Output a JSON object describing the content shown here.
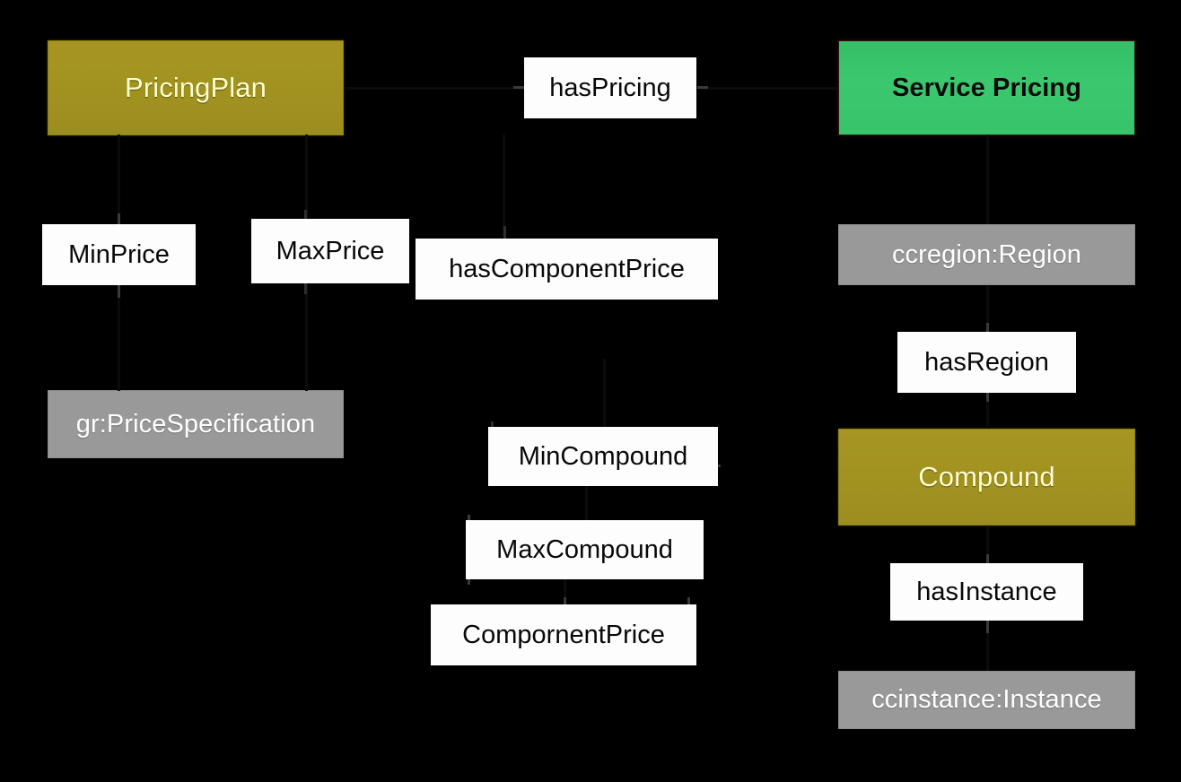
{
  "diagram": {
    "title": "Service Pricing ontology graph",
    "background_color": "#000000",
    "node_colors": {
      "class_fill": "#a19220",
      "class_text": "#ffffcc",
      "highlight_fill": "#38c46b",
      "highlight_text": "#0a0a0a",
      "external_fill": "#999999",
      "external_text": "#ffffff",
      "edge_label_fill": "#fdfdfd",
      "edge_label_text": "#080808"
    },
    "nodes": [
      {
        "id": "pricingplan",
        "label": "PricingPlan",
        "kind": "class"
      },
      {
        "id": "servicepricing",
        "label": "Service Pricing",
        "kind": "highlight"
      },
      {
        "id": "pricespecification",
        "label": "gr:PriceSpecification",
        "kind": "external"
      },
      {
        "id": "ccregion",
        "label": "ccregion:Region",
        "kind": "external"
      },
      {
        "id": "compound",
        "label": "Compound",
        "kind": "class"
      },
      {
        "id": "ccinstance",
        "label": "ccinstance:Instance",
        "kind": "external"
      }
    ],
    "edge_labels": [
      {
        "id": "haspricing",
        "label": "hasPricing"
      },
      {
        "id": "minprice",
        "label": "MinPrice"
      },
      {
        "id": "maxprice",
        "label": "MaxPrice"
      },
      {
        "id": "hascomponentprice",
        "label": "hasComponentPrice"
      },
      {
        "id": "hasregion",
        "label": "hasRegion"
      },
      {
        "id": "mincompound",
        "label": "MinCompound"
      },
      {
        "id": "maxcompound",
        "label": "MaxCompound"
      },
      {
        "id": "compornentprice",
        "label": "CompornentPrice"
      },
      {
        "id": "hasinstance",
        "label": "hasInstance"
      }
    ]
  }
}
